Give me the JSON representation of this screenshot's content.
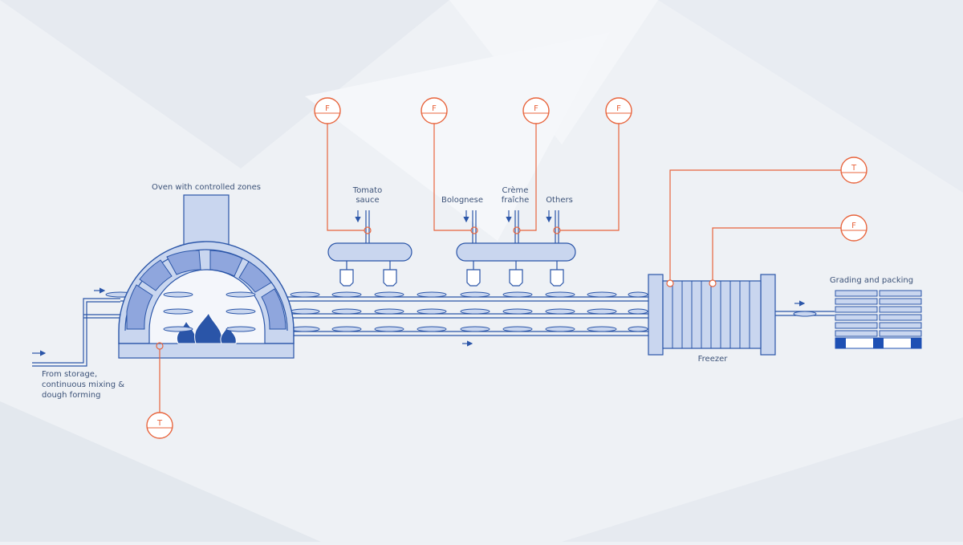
{
  "labels": {
    "oven": "Oven with controlled zones",
    "from_storage": [
      "From storage,",
      "continuous mixing &",
      "dough forming"
    ],
    "tomato": [
      "Tomato",
      "sauce"
    ],
    "bolognese": "Bolognese",
    "creme": [
      "Crème",
      "fraîche"
    ],
    "others": "Others",
    "freezer": "Freezer",
    "grading": "Grading and packing"
  },
  "instruments": {
    "flow": "F",
    "temp": "T"
  },
  "colors": {
    "background": "#eef1f5",
    "line": "#2a55a8",
    "fill": "#c9d6ef",
    "fill_dark": "#8fa6dd",
    "instrument": "#e8643c",
    "pallet": "#1e50b4"
  }
}
